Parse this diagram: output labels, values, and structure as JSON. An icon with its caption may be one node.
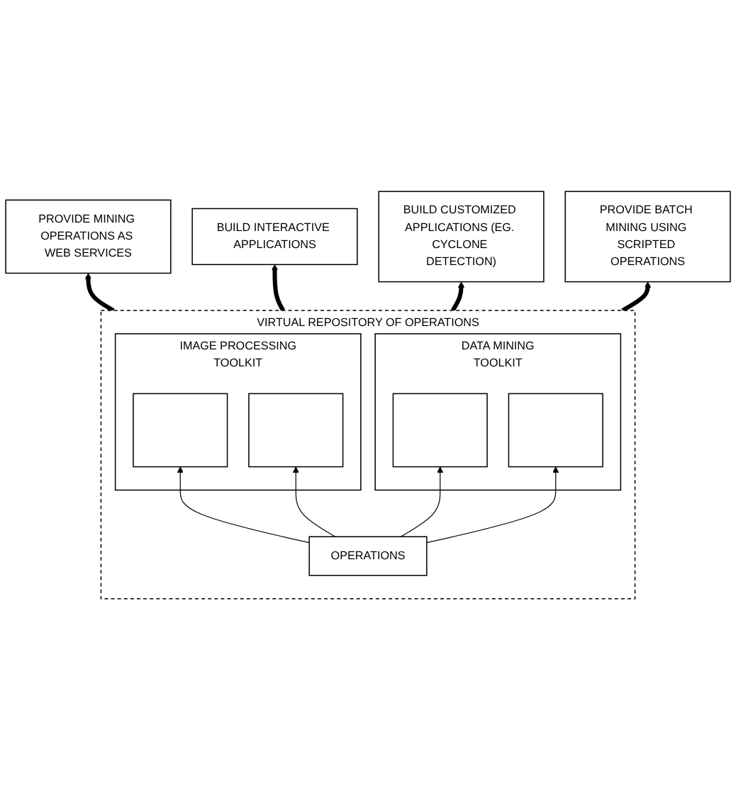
{
  "diagram": {
    "nodes": [
      {
        "text": [
          "PROVIDE MINING OPERATIONS AS WEB SERVICES"
        ]
      },
      {
        "text": [
          "BUILD INTERACTIVE APPLICATIONS"
        ]
      },
      {
        "text": [
          "BUILD CUSTOMIZED APPLICATIONS (EG. CYCLONE DETECTION)"
        ]
      },
      {
        "text": [
          "PROVIDE BATCH MINING USING SCRIPTED OPERATIONS"
        ]
      },
      {
        "text": [
          "VIRTUAL REPOSITORY OF OPERATIONS"
        ]
      },
      {
        "text": [
          "DATA MINING",
          "TOOLKIT"
        ],
        "in": 4
      },
      {
        "text": [],
        "shape": "box",
        "in": 5
      },
      {
        "text": [],
        "shape": "box",
        "in": 5
      },
      {
        "text": [
          "IMAGE PROCESSING",
          "TOOLKIT"
        ],
        "in": 4
      },
      {
        "text": [],
        "shape": "box",
        "in": 8
      },
      {
        "text": [],
        "shape": "box",
        "in": 8
      },
      {
        "text": [
          "OPERATIONS"
        ],
        "in": 4
      }
    ],
    "edges": [
      {
        "from": 4,
        "to": 0,
        "arrow": "to",
        "style": "thick"
      },
      {
        "from": 4,
        "to": 1,
        "arrow": "to",
        "style": "thick"
      },
      {
        "from": 4,
        "to": 2,
        "arrow": "to",
        "style": "thick"
      },
      {
        "from": 4,
        "to": 3,
        "arrow": "to",
        "style": "thick"
      },
      {
        "from": 11,
        "to": 6,
        "arrow": "to"
      },
      {
        "from": 11,
        "to": 7,
        "arrow": "to"
      },
      {
        "from": 11,
        "to": 9,
        "arrow": "to"
      },
      {
        "from": 11,
        "to": 10,
        "arrow": "to"
      }
    ]
  }
}
